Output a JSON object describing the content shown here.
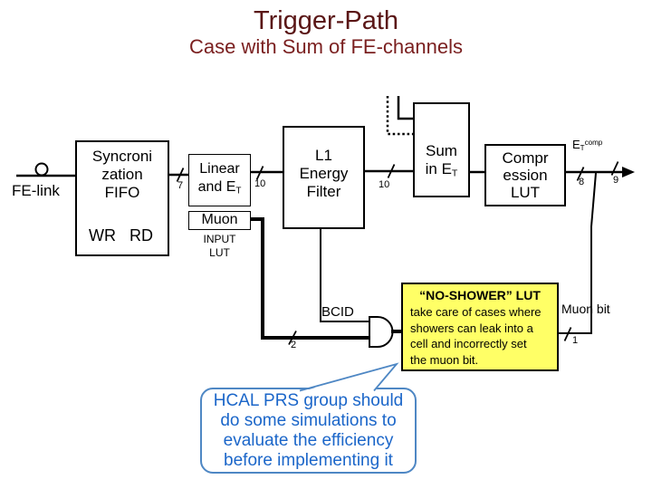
{
  "slide": {
    "title": "Trigger-Path",
    "subtitle": "Case with Sum of FE-channels",
    "title_color": "#5a1616",
    "subtitle_color": "#7a1f1f"
  },
  "diagram": {
    "fe_link_label": "FE-link",
    "fifo": {
      "line1": "Syncroni",
      "line2": "zation",
      "line3": "FIFO",
      "wr": "WR",
      "rd": "RD"
    },
    "linear": {
      "line1": "Linear",
      "line2_prefix": "and E",
      "line2_sub": "T"
    },
    "muon_box_label": "Muon",
    "input_lut": {
      "line1": "INPUT",
      "line2": "LUT"
    },
    "l1_filter": {
      "line1": "L1",
      "line2": "Energy",
      "line3": "Filter"
    },
    "sum": {
      "line1": "Sum",
      "line2_prefix": "in E",
      "line2_sub": "T"
    },
    "compression": {
      "line1": "Compr",
      "line2": "ession",
      "line3": "LUT"
    },
    "et_comp": {
      "base": "E",
      "sub": "T",
      "sup": "comp"
    },
    "bcid_label": "BCID",
    "muon_bit_label": "Muon bit",
    "bus_widths": {
      "w7": "7",
      "w10a": "10",
      "w10b": "10",
      "w8": "8",
      "w9": "9",
      "w2": "2",
      "w1": "1"
    }
  },
  "no_shower_note": {
    "bg_color": "#ffff66",
    "title": "“NO-SHOWER”  LUT",
    "body1": "take care of cases where",
    "body2": "showers can leak into a",
    "body3": "cell and incorrectly set",
    "body4": "the muon bit."
  },
  "hcal_note": {
    "text_color": "#1b66c9",
    "border_color": "#4e87c4",
    "line1": "HCAL PRS group should",
    "line2": "do some simulations to",
    "line3": "evaluate the efficiency",
    "line4": "before implementing it"
  }
}
